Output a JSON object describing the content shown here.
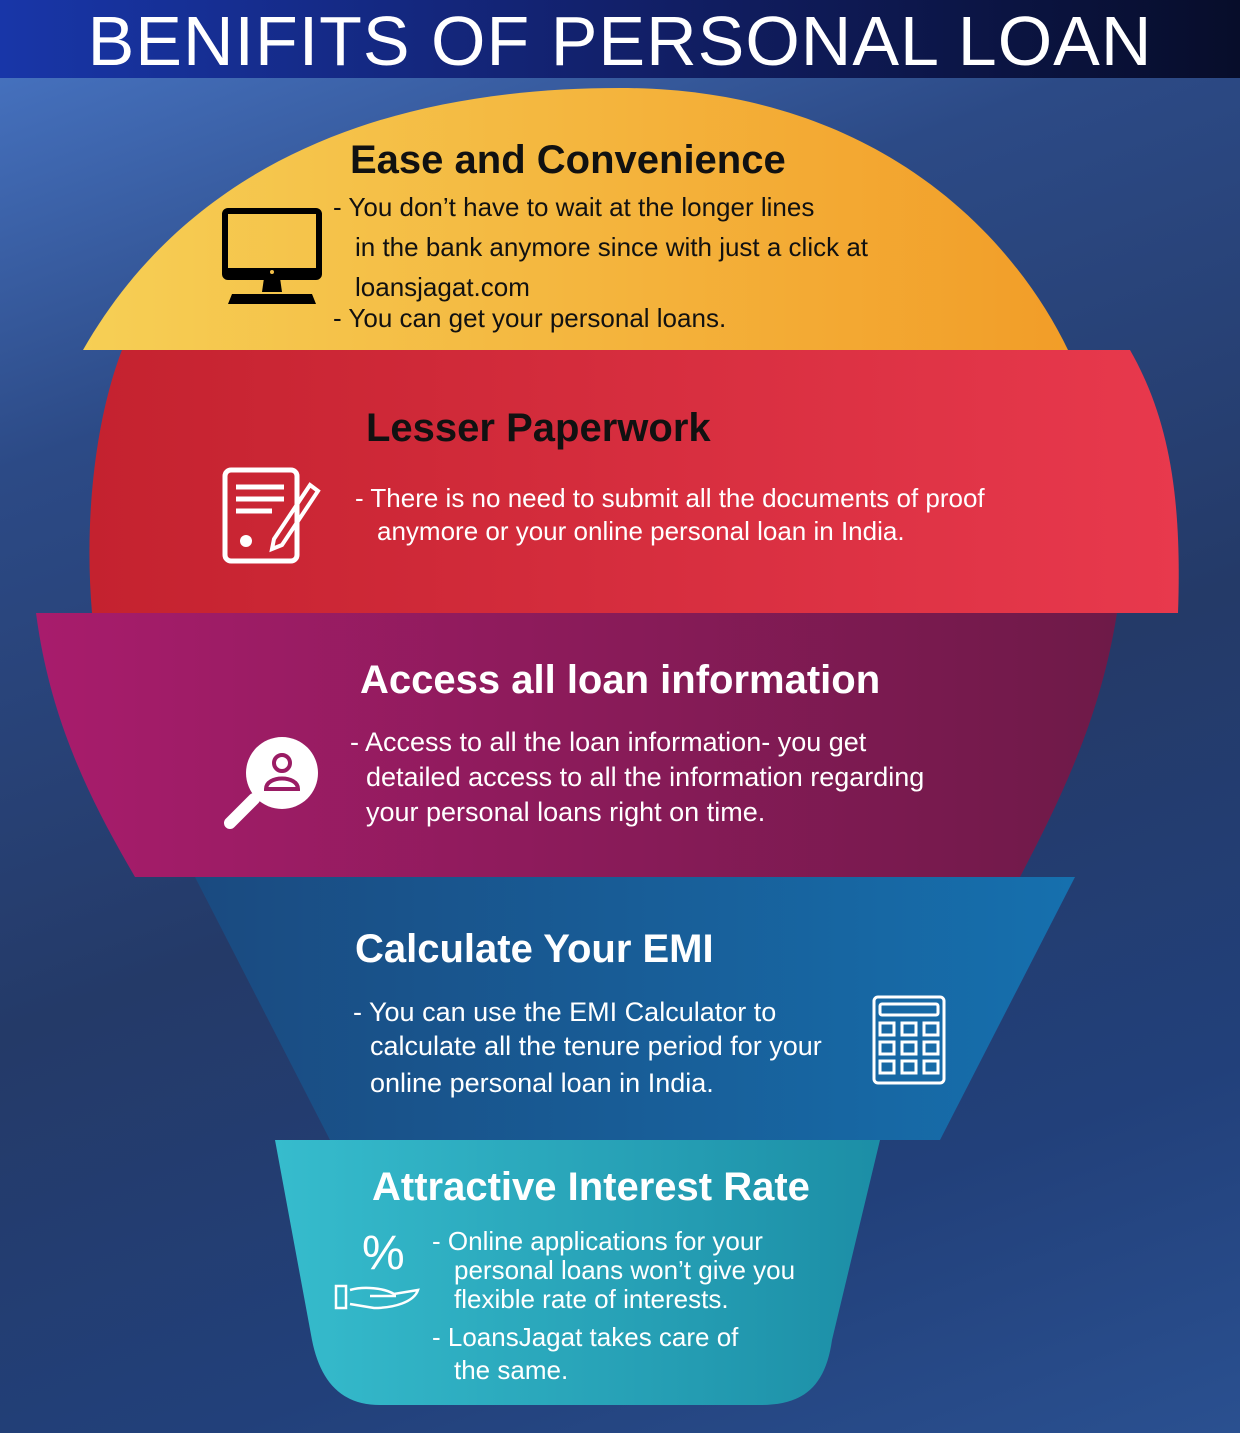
{
  "title": "BENIFITS OF PERSONAL LOAN",
  "sections": [
    {
      "heading": "Ease and Convenience",
      "icon": "computer-icon",
      "lines": [
        "- You don’t have to wait at the longer lines",
        "in the bank anymore since with just a click at",
        "loansjagat.com",
        "- You can get your personal loans."
      ],
      "color": "#f2b23a"
    },
    {
      "heading": "Lesser Paperwork",
      "icon": "document-edit-icon",
      "lines": [
        "- There is no need to submit all the documents of proof",
        "anymore or your online personal loan in India."
      ],
      "color": "#d8303f"
    },
    {
      "heading": "Access all loan information",
      "icon": "user-search-icon",
      "lines": [
        "- Access to all the loan information- you get",
        "detailed access to all the information regarding",
        "your personal loans right on time."
      ],
      "color": "#8e1c5c"
    },
    {
      "heading": "Calculate Your EMI",
      "icon": "calculator-icon",
      "lines": [
        "- You can use the EMI Calculator to",
        "calculate all the tenure period for your",
        "online personal loan in India."
      ],
      "color": "#17598f"
    },
    {
      "heading": "Attractive Interest Rate",
      "icon": "percent-hand-icon",
      "icon_text": "%",
      "lines": [
        "- Online applications for your",
        "personal loans won’t give you",
        "flexible rate of interests.",
        "-  LoansJagat takes care of",
        "the same."
      ],
      "color": "#27a6bd"
    }
  ]
}
